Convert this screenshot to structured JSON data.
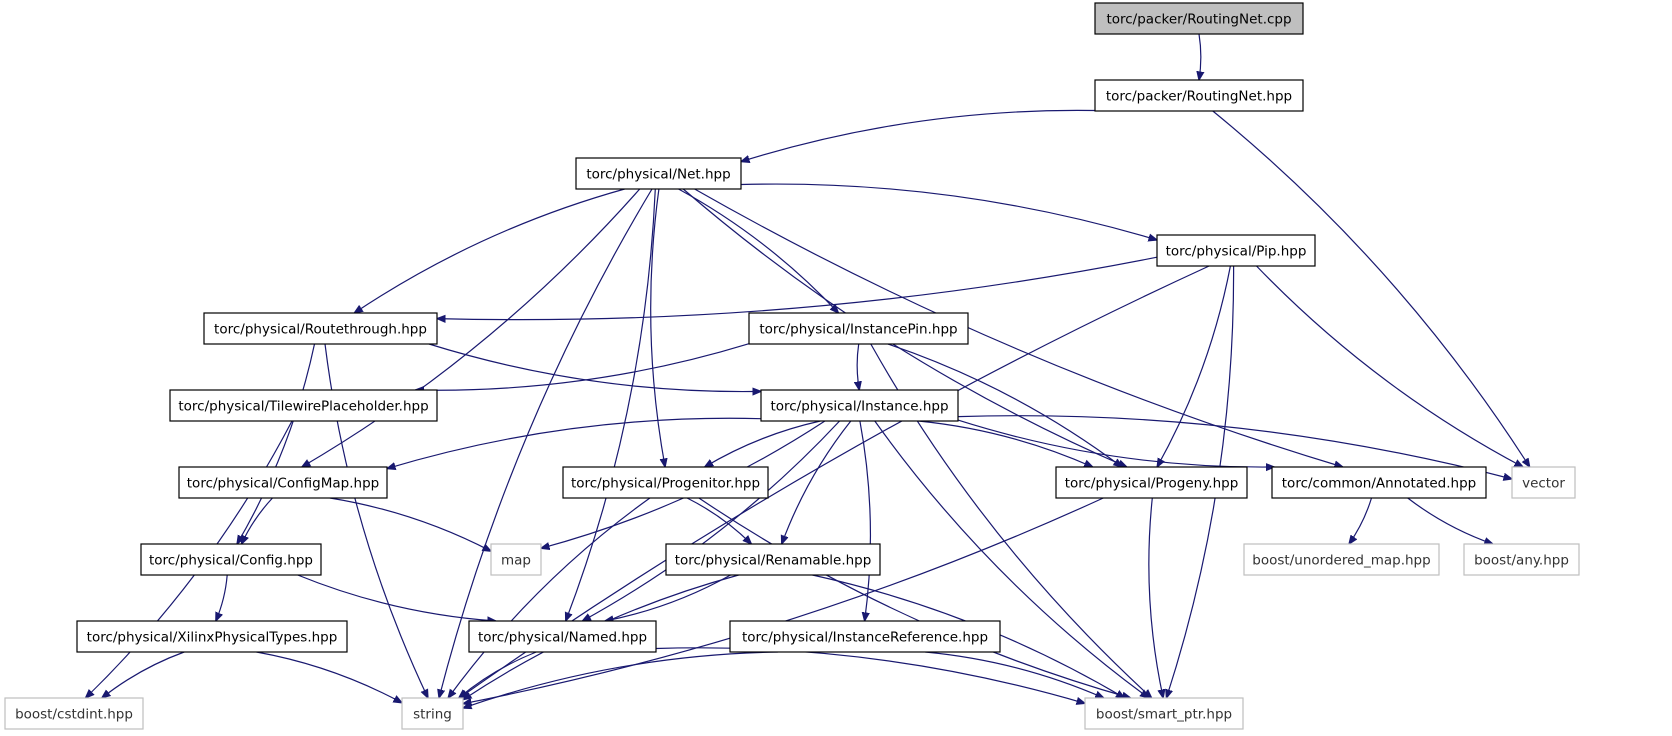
{
  "diagram": {
    "title": "",
    "nodes": [
      {
        "id": "n0",
        "label": "torc/packer/RoutingNet.cpp",
        "kind": "root"
      },
      {
        "id": "n1",
        "label": "torc/packer/RoutingNet.hpp",
        "kind": "main"
      },
      {
        "id": "n2",
        "label": "torc/physical/Net.hpp",
        "kind": "main"
      },
      {
        "id": "n3",
        "label": "torc/physical/Pip.hpp",
        "kind": "main"
      },
      {
        "id": "n4",
        "label": "torc/physical/Routethrough.hpp",
        "kind": "main"
      },
      {
        "id": "n5",
        "label": "torc/physical/InstancePin.hpp",
        "kind": "main"
      },
      {
        "id": "n6",
        "label": "torc/physical/TilewirePlaceholder.hpp",
        "kind": "main"
      },
      {
        "id": "n7",
        "label": "torc/physical/Instance.hpp",
        "kind": "main"
      },
      {
        "id": "n8",
        "label": "torc/physical/ConfigMap.hpp",
        "kind": "main"
      },
      {
        "id": "n9",
        "label": "torc/physical/Progenitor.hpp",
        "kind": "main"
      },
      {
        "id": "n10",
        "label": "torc/physical/Progeny.hpp",
        "kind": "main"
      },
      {
        "id": "n11",
        "label": "torc/common/Annotated.hpp",
        "kind": "main"
      },
      {
        "id": "n12",
        "label": "vector",
        "kind": "ext"
      },
      {
        "id": "n13",
        "label": "torc/physical/Config.hpp",
        "kind": "main"
      },
      {
        "id": "n14",
        "label": "map",
        "kind": "ext"
      },
      {
        "id": "n15",
        "label": "torc/physical/Renamable.hpp",
        "kind": "main"
      },
      {
        "id": "n16",
        "label": "boost/unordered_map.hpp",
        "kind": "ext"
      },
      {
        "id": "n17",
        "label": "boost/any.hpp",
        "kind": "ext"
      },
      {
        "id": "n18",
        "label": "torc/physical/XilinxPhysicalTypes.hpp",
        "kind": "main"
      },
      {
        "id": "n19",
        "label": "torc/physical/Named.hpp",
        "kind": "main"
      },
      {
        "id": "n20",
        "label": "torc/physical/InstanceReference.hpp",
        "kind": "main"
      },
      {
        "id": "n21",
        "label": "boost/cstdint.hpp",
        "kind": "ext"
      },
      {
        "id": "n22",
        "label": "string",
        "kind": "ext"
      },
      {
        "id": "n23",
        "label": "boost/smart_ptr.hpp",
        "kind": "ext"
      }
    ],
    "edges": [
      [
        "n0",
        "n1"
      ],
      [
        "n1",
        "n2"
      ],
      [
        "n1",
        "n12"
      ],
      [
        "n2",
        "n22"
      ],
      [
        "n2",
        "n8"
      ],
      [
        "n2",
        "n4"
      ],
      [
        "n2",
        "n19"
      ],
      [
        "n2",
        "n9"
      ],
      [
        "n2",
        "n5"
      ],
      [
        "n2",
        "n10"
      ],
      [
        "n2",
        "n3"
      ],
      [
        "n2",
        "n11"
      ],
      [
        "n3",
        "n4"
      ],
      [
        "n3",
        "n22"
      ],
      [
        "n3",
        "n10"
      ],
      [
        "n3",
        "n12"
      ],
      [
        "n3",
        "n23"
      ],
      [
        "n4",
        "n22"
      ],
      [
        "n4",
        "n13"
      ],
      [
        "n4",
        "n7"
      ],
      [
        "n5",
        "n6"
      ],
      [
        "n5",
        "n7"
      ],
      [
        "n5",
        "n10"
      ],
      [
        "n5",
        "n23"
      ],
      [
        "n6",
        "n21"
      ],
      [
        "n7",
        "n8"
      ],
      [
        "n7",
        "n14"
      ],
      [
        "n7",
        "n9"
      ],
      [
        "n7",
        "n19"
      ],
      [
        "n7",
        "n15"
      ],
      [
        "n7",
        "n20"
      ],
      [
        "n7",
        "n23"
      ],
      [
        "n7",
        "n10"
      ],
      [
        "n7",
        "n11"
      ],
      [
        "n7",
        "n12"
      ],
      [
        "n8",
        "n13"
      ],
      [
        "n8",
        "n14"
      ],
      [
        "n9",
        "n22"
      ],
      [
        "n9",
        "n15"
      ],
      [
        "n9",
        "n23"
      ],
      [
        "n10",
        "n22"
      ],
      [
        "n10",
        "n23"
      ],
      [
        "n11",
        "n16"
      ],
      [
        "n11",
        "n17"
      ],
      [
        "n13",
        "n18"
      ],
      [
        "n13",
        "n19"
      ],
      [
        "n15",
        "n19"
      ],
      [
        "n15",
        "n22"
      ],
      [
        "n15",
        "n23"
      ],
      [
        "n18",
        "n21"
      ],
      [
        "n18",
        "n22"
      ],
      [
        "n19",
        "n22"
      ],
      [
        "n19",
        "n23"
      ],
      [
        "n20",
        "n22"
      ],
      [
        "n20",
        "n23"
      ]
    ]
  }
}
